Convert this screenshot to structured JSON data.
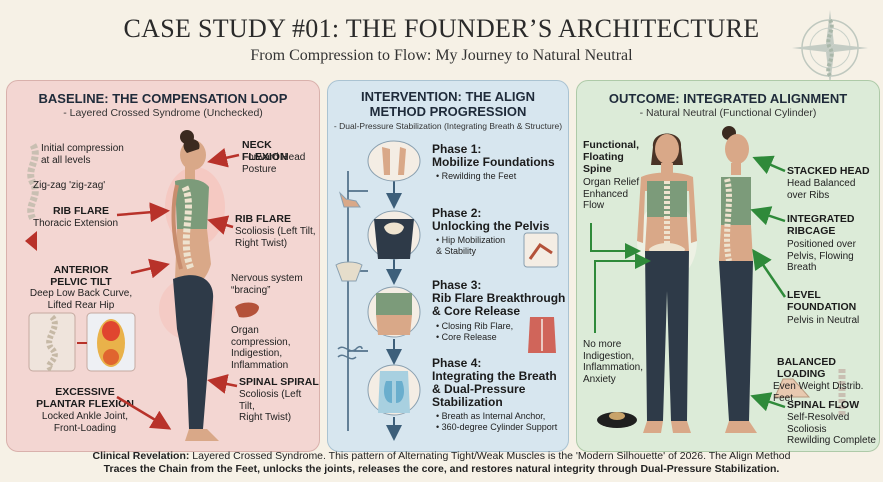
{
  "header": {
    "title": "CASE STUDY #01: THE FOUNDER’S ARCHITECTURE",
    "subtitle": "From Compression to Flow: My Journey to Natural Neutral"
  },
  "baseline": {
    "title": "BASELINE: THE COMPENSATION LOOP",
    "subtitle": "- Layered Crossed Syndrome (Unchecked)",
    "initial": "Initial compression\nat all levels",
    "zigzag": "Zig-zag 'zig-zag'",
    "neck_title": "NECK FLEXION",
    "neck_desc": "Forward Head\nPosture",
    "ribflare_left_title": "RIB FLARE",
    "ribflare_left_desc": "Thoracic Extension",
    "ribflare_right_title": "RIB FLARE",
    "ribflare_right_desc": "Scoliosis (Left Tilt,\nRight Twist)",
    "apt_title": "ANTERIOR\nPELVIC TILT",
    "apt_desc": "Deep Low Back Curve,\nLifted Rear Hip",
    "nervous": "Nervous system\n“bracing”",
    "organ": "Organ compression,\nIndigestion,\nInflammation",
    "plantar_title": "EXCESSIVE\nPLANTAR FLEXION",
    "plantar_desc": "Locked Ankle Joint,\nFront-Loading",
    "spiral_title": "SPINAL SPIRAL",
    "spiral_desc": "Scoliosis (Left Tilt,\nRight Twist)"
  },
  "intervention": {
    "title": "INTERVENTION: THE ALIGN\nMETHOD PROGRESSION",
    "subtitle": "- Dual-Pressure Stabilization (Integrating Breath & Structure)",
    "phases": [
      {
        "title": "Phase 1:\nMobilize Foundations",
        "desc": "• Rewilding the Feet"
      },
      {
        "title": "Phase 2:\nUnlocking the Pelvis",
        "desc": "• Hip Mobilization\n& Stability"
      },
      {
        "title": "Phase 3:\nRib Flare Breakthrough\n& Core Release",
        "desc": "• Closing Rib Flare,\n• Core Release"
      },
      {
        "title": "Phase 4:\nIntegrating the Breath\n& Dual-Pressure\nStabilization",
        "desc": "• Breath as Internal Anchor,\n• 360-degree Cylinder Support"
      }
    ]
  },
  "outcome": {
    "title": "OUTCOME: INTEGRATED ALIGNMENT",
    "subtitle": "- Natural Neutral (Functional Cylinder)",
    "functional_title": "Functional,\nFloating\nSpine",
    "functional_desc": "Organ Relief &\nEnhanced\nFlow",
    "stacked_title": "STACKED HEAD",
    "stacked_desc": "Head Balanced\nover Ribs",
    "ribcage_title": "INTEGRATED\nRIBCAGE",
    "ribcage_desc": "Positioned over\nPelvis, Flowing\nBreath",
    "level_title": "LEVEL\nFOUNDATION",
    "level_desc": "Pelvis in Neutral",
    "nomore": "No more\nIndigestion,\nInflammation,\nAnxiety",
    "balanced_title": "BALANCED\nLOADING",
    "balanced_desc": "Even Weight Distrib. Feet",
    "flow_title": "SPINAL FLOW",
    "flow_desc": "Self-Resolved\nScoliosis\nRewilding Complete"
  },
  "footer": {
    "label": "Clinical Revelation:",
    "line1": " Layered Crossed Syndrome. This pattern of Alternating Tight/Weak Muscles is the 'Modern Silhouette' of 2026. The Align Method",
    "line2": "Traces the Chain from the Feet, unlocks the joints, releases the core, and restores natural integrity through Dual-Pressure Stabilization."
  },
  "colors": {
    "baseline_bg": "#f3d6d2",
    "intervention_bg": "#d7e6ef",
    "outcome_bg": "#dcebd8",
    "arrow_red": "#b8322a",
    "arrow_green": "#2f8a3a",
    "arrow_blue": "#3d5f7a",
    "legging": "#2e3a48"
  },
  "icons": [
    "compass-spine-logo",
    "spine-icon",
    "foot-pressure-icon",
    "liver-icon",
    "feet-icon",
    "pelvis-icon",
    "torso-icon",
    "lungs-icon",
    "disc-icon"
  ]
}
